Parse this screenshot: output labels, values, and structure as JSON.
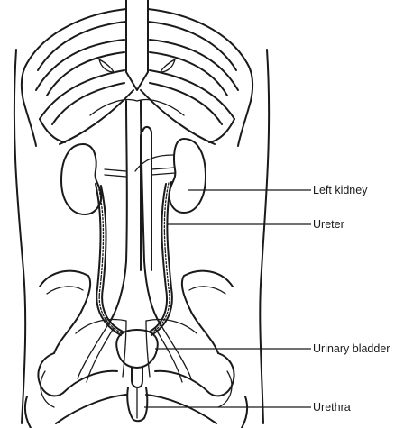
{
  "labels": {
    "left_kidney": "Left kidney",
    "ureter": "Ureter",
    "urinary_bladder": "Urinary bladder",
    "urethra": "Urethra"
  },
  "colors": {
    "ink": "#1a1a1a",
    "background": "#ffffff"
  }
}
